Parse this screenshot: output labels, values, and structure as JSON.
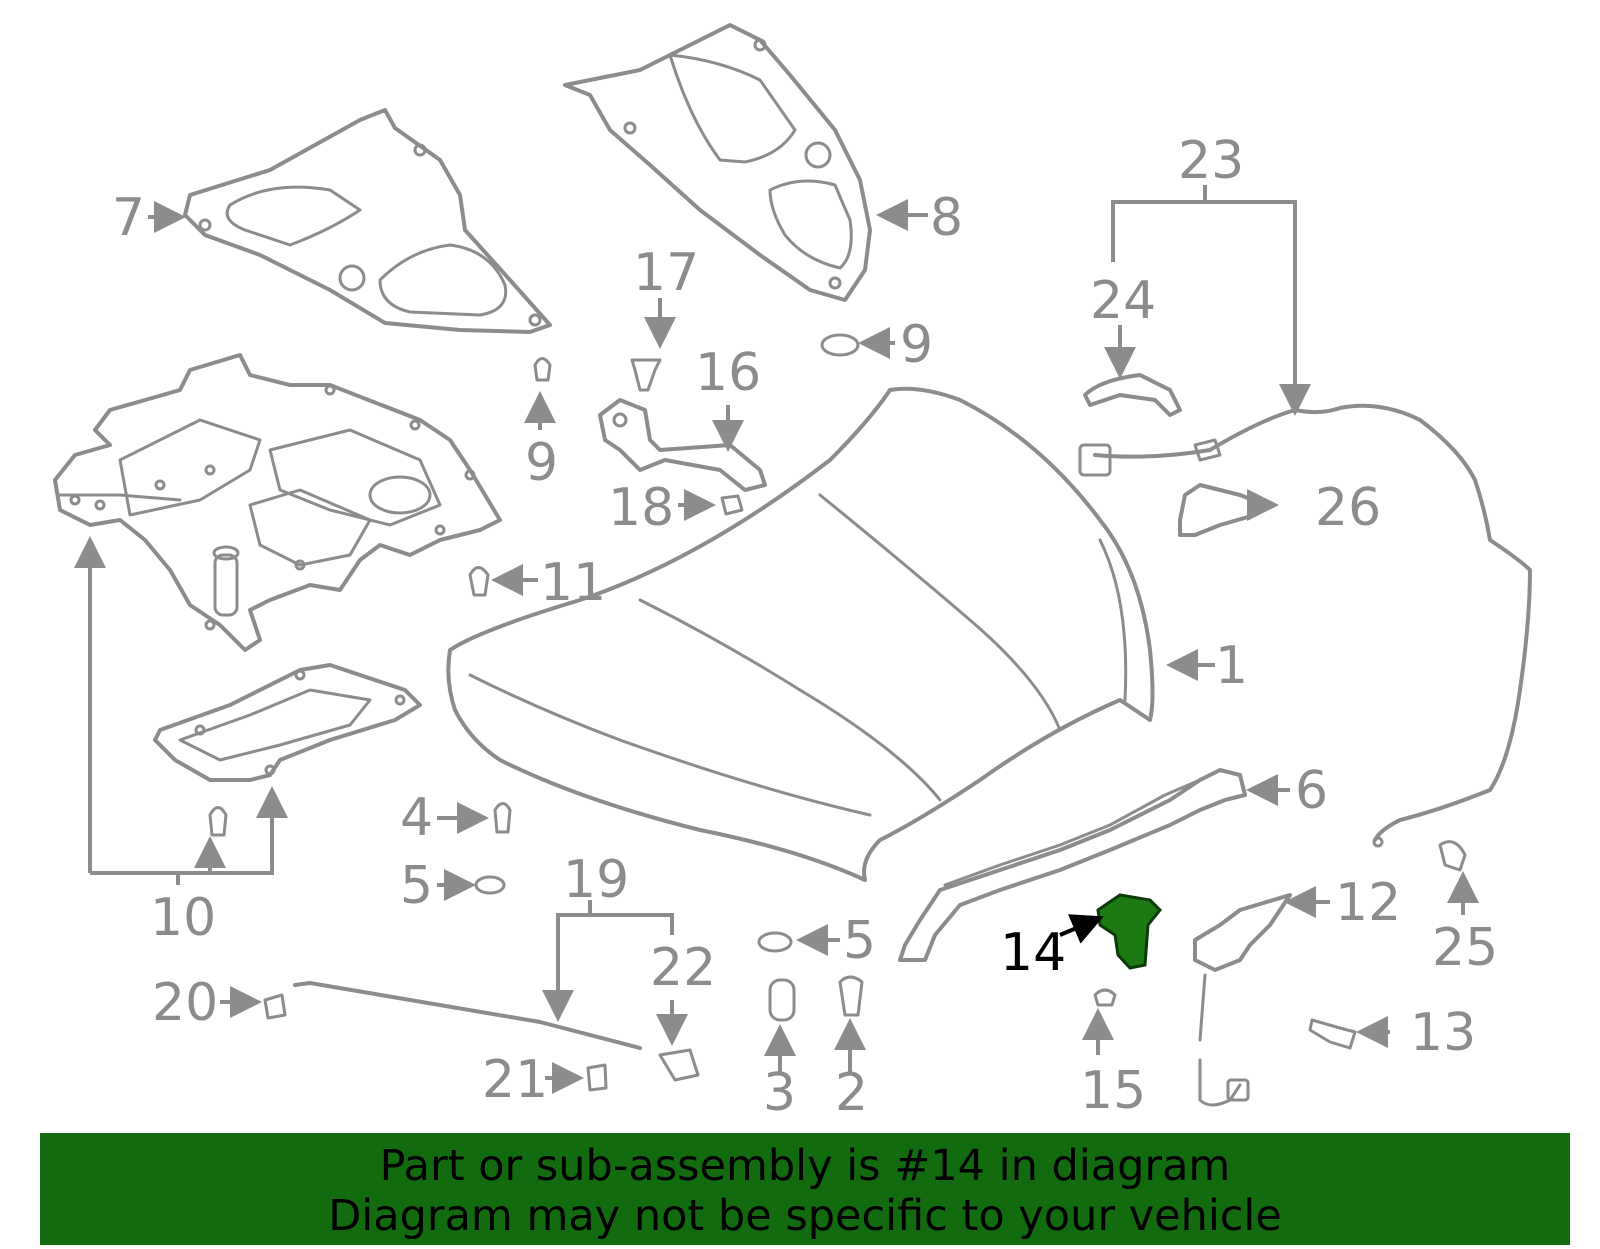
{
  "diagram": {
    "highlighted_part": "14",
    "highlight_color": "#1c7a12",
    "line_color": "#8c8c8c",
    "callouts": [
      {
        "id": "c1",
        "text": "1"
      },
      {
        "id": "c2",
        "text": "2"
      },
      {
        "id": "c3",
        "text": "3"
      },
      {
        "id": "c4",
        "text": "4"
      },
      {
        "id": "c5a",
        "text": "5"
      },
      {
        "id": "c5b",
        "text": "5"
      },
      {
        "id": "c6",
        "text": "6"
      },
      {
        "id": "c7",
        "text": "7"
      },
      {
        "id": "c8",
        "text": "8"
      },
      {
        "id": "c9a",
        "text": "9"
      },
      {
        "id": "c9b",
        "text": "9"
      },
      {
        "id": "c10",
        "text": "10"
      },
      {
        "id": "c11",
        "text": "11"
      },
      {
        "id": "c12",
        "text": "12"
      },
      {
        "id": "c13",
        "text": "13"
      },
      {
        "id": "c14",
        "text": "14"
      },
      {
        "id": "c15",
        "text": "15"
      },
      {
        "id": "c16",
        "text": "16"
      },
      {
        "id": "c17",
        "text": "17"
      },
      {
        "id": "c18",
        "text": "18"
      },
      {
        "id": "c19",
        "text": "19"
      },
      {
        "id": "c20",
        "text": "20"
      },
      {
        "id": "c21",
        "text": "21"
      },
      {
        "id": "c22",
        "text": "22"
      },
      {
        "id": "c23",
        "text": "23"
      },
      {
        "id": "c24",
        "text": "24"
      },
      {
        "id": "c25",
        "text": "25"
      },
      {
        "id": "c26",
        "text": "26"
      }
    ]
  },
  "banner": {
    "line1": "Part or sub-assembly is #14 in diagram",
    "line2": "Diagram may not be specific to your vehicle",
    "background": "#136b0f"
  }
}
